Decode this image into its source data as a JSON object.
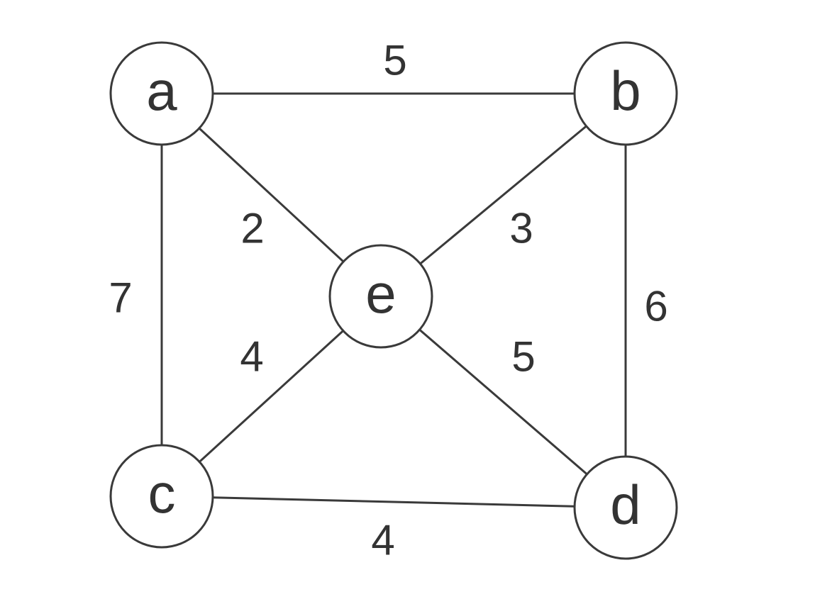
{
  "graph": {
    "nodes": [
      {
        "id": "a",
        "label": "a"
      },
      {
        "id": "b",
        "label": "b"
      },
      {
        "id": "c",
        "label": "c"
      },
      {
        "id": "d",
        "label": "d"
      },
      {
        "id": "e",
        "label": "e"
      }
    ],
    "edges": [
      {
        "from": "a",
        "to": "b",
        "weight": "5"
      },
      {
        "from": "a",
        "to": "e",
        "weight": "2"
      },
      {
        "from": "b",
        "to": "e",
        "weight": "3"
      },
      {
        "from": "a",
        "to": "c",
        "weight": "7"
      },
      {
        "from": "b",
        "to": "d",
        "weight": "6"
      },
      {
        "from": "c",
        "to": "e",
        "weight": "4"
      },
      {
        "from": "e",
        "to": "d",
        "weight": "5"
      },
      {
        "from": "c",
        "to": "d",
        "weight": "4"
      }
    ]
  }
}
